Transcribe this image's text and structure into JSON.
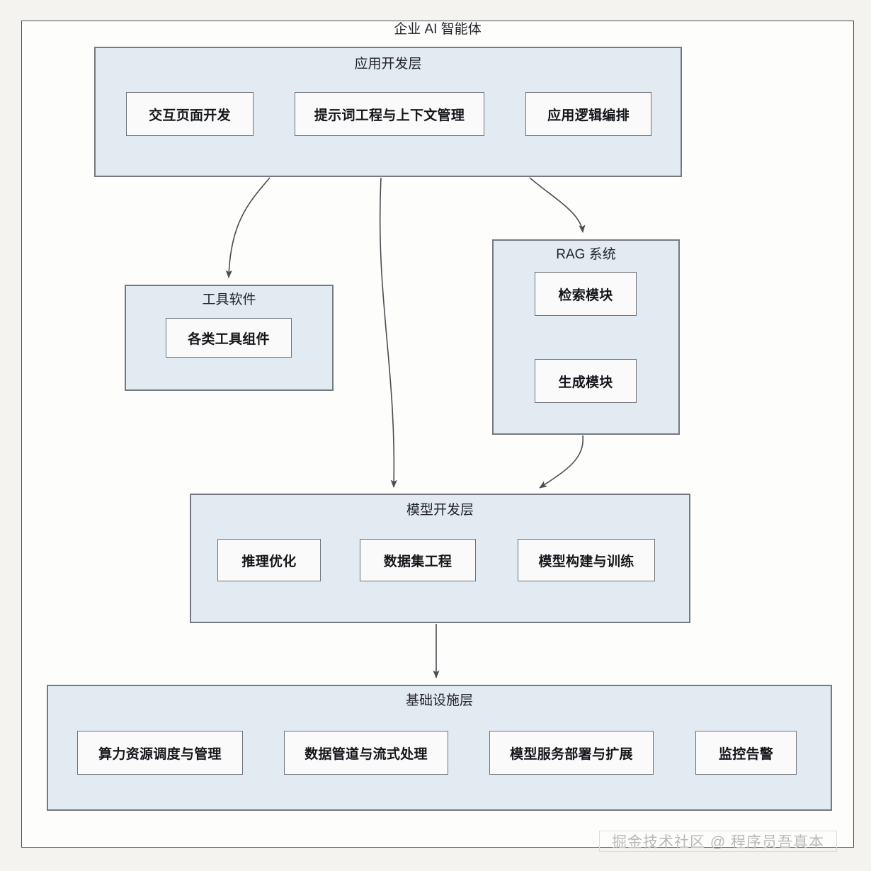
{
  "diagram": {
    "title": "企业 AI 智能体",
    "watermark": "掘金技术社区 @ 程序员吾真本",
    "colors": {
      "page_background": "#f4f3ef",
      "frame_background": "#fdfdfc",
      "frame_border": "#4a4f57",
      "group_fill": "#e2eaf2",
      "group_border": "#76797f",
      "leaf_fill": "#fafafa",
      "leaf_border": "#6f737a",
      "connector": "#4a4d53",
      "text": "#14161a",
      "watermark_text": "#b9b9b4"
    },
    "groups": {
      "app_layer": {
        "title": "应用开发层",
        "items": [
          {
            "label": "交互页面开发"
          },
          {
            "label": "提示词工程与上下文管理"
          },
          {
            "label": "应用逻辑编排"
          }
        ]
      },
      "tool_software": {
        "title": "工具软件",
        "items": [
          {
            "label": "各类工具组件"
          }
        ]
      },
      "rag_system": {
        "title": "RAG 系统",
        "items": [
          {
            "label": "检索模块"
          },
          {
            "label": "生成模块"
          }
        ]
      },
      "model_layer": {
        "title": "模型开发层",
        "items": [
          {
            "label": "推理优化"
          },
          {
            "label": "数据集工程"
          },
          {
            "label": "模型构建与训练"
          }
        ]
      },
      "infra_layer": {
        "title": "基础设施层",
        "items": [
          {
            "label": "算力资源调度与管理"
          },
          {
            "label": "数据管道与流式处理"
          },
          {
            "label": "模型服务部署与扩展"
          },
          {
            "label": "监控告警"
          }
        ]
      }
    },
    "connections": [
      {
        "from": "app_layer",
        "to": "tool_software",
        "style": "curved-arrow"
      },
      {
        "from": "app_layer",
        "to": "model_layer",
        "style": "curved-arrow"
      },
      {
        "from": "app_layer",
        "to": "rag_system",
        "style": "curved-arrow"
      },
      {
        "from": "rag_system",
        "to": "model_layer",
        "style": "curved-arrow"
      },
      {
        "from": "model_layer",
        "to": "infra_layer",
        "style": "straight-arrow"
      }
    ]
  }
}
